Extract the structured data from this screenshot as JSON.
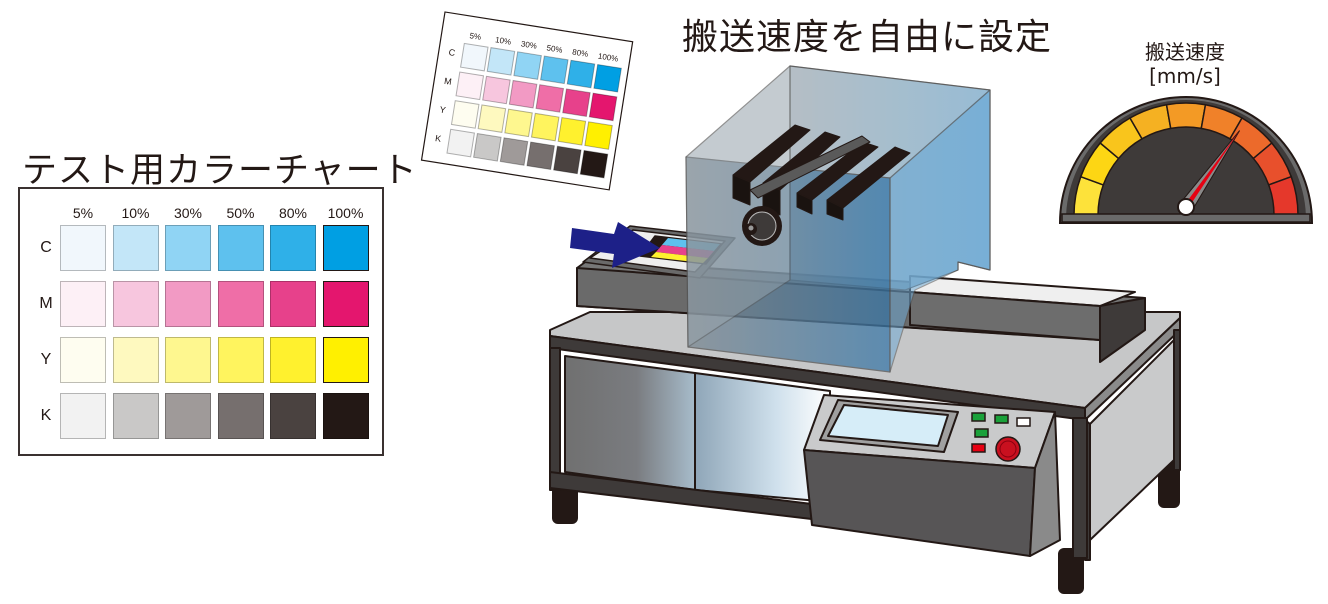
{
  "titles": {
    "main": "搬送速度を自由に設定",
    "color_chart": "テスト用カラーチャート",
    "gauge_label": "搬送速度",
    "gauge_unit": "[mm/s]"
  },
  "color_chart": {
    "columns": [
      "5%",
      "10%",
      "30%",
      "50%",
      "80%",
      "100%"
    ],
    "rows": [
      {
        "label": "C",
        "colors": [
          "#f1f7fc",
          "#c3e6f8",
          "#90d4f4",
          "#5ec1ee",
          "#2fb0e8",
          "#009fe3"
        ]
      },
      {
        "label": "M",
        "colors": [
          "#fdf0f6",
          "#f7c6de",
          "#f29ac4",
          "#ef6ea7",
          "#e7418b",
          "#e4166e"
        ]
      },
      {
        "label": "Y",
        "colors": [
          "#fefdf0",
          "#fef9bf",
          "#fef78f",
          "#fff45e",
          "#fff12e",
          "#fff000"
        ]
      },
      {
        "label": "K",
        "colors": [
          "#f2f2f2",
          "#c9c8c7",
          "#9f9a99",
          "#766f6e",
          "#4a4240",
          "#231815"
        ]
      }
    ]
  },
  "gauge": {
    "segment_colors": [
      "#fde23a",
      "#fdd614",
      "#f9c51c",
      "#f5b122",
      "#f39a25",
      "#f08129",
      "#ec6a2b",
      "#e8502c",
      "#e5382b"
    ],
    "needle_color": "#e60012",
    "value_fraction": 0.68
  },
  "machine": {
    "arrow_color": "#1d2088",
    "screen_color": "#d6edf8",
    "buttons": [
      {
        "name": "green-button-1",
        "color": "#1aa13a"
      },
      {
        "name": "green-button-2",
        "color": "#1aa13a"
      },
      {
        "name": "white-button",
        "color": "#ffffff"
      },
      {
        "name": "green-button-3",
        "color": "#1aa13a"
      },
      {
        "name": "red-button",
        "color": "#e60012"
      }
    ],
    "emergency_stop_color": "#c9101f"
  }
}
